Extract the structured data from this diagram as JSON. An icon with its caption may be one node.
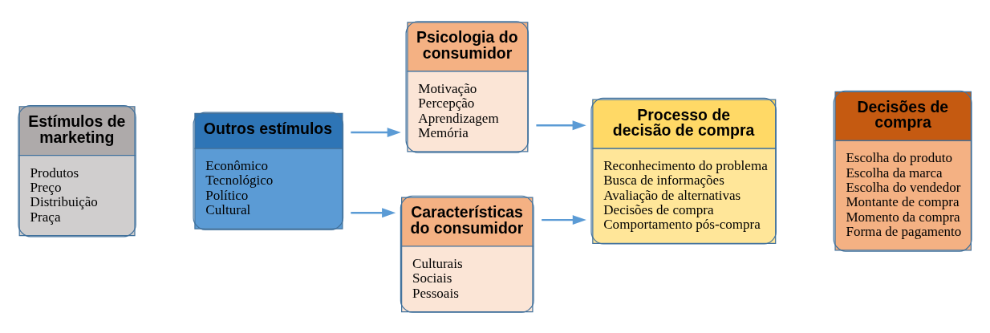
{
  "diagram": {
    "nodes": [
      {
        "text": [
          "Estímulos de marketing",
          "Produtos",
          "Preço",
          "Distribuição",
          "Praça"
        ]
      },
      {
        "text": [
          "Outros estímulos",
          "Econômico",
          "Tecnológico",
          "Político",
          "Cultural"
        ]
      },
      {
        "text": [
          "Psicologia do consumidor",
          "Motivação",
          "Percepção",
          "Aprendizagem",
          "Memória"
        ]
      },
      {
        "text": [
          "Características do consumidor",
          "Culturais",
          "Sociais",
          "Pessoais"
        ]
      },
      {
        "text": [
          "Processo de decisão de compra",
          "Reconhecimento do problema",
          "Busca de informações",
          "Avaliação de alternativas",
          "Decisões de compra",
          "Comportamento pós-compra"
        ]
      },
      {
        "text": [
          "Decisões de compra",
          "Escolha do produto",
          "Escolha da marca",
          "Escolha do vendedor",
          "Montante de compra",
          "Momento da compra",
          "Forma de pagamento"
        ]
      }
    ],
    "edges": [
      {
        "from": 1,
        "to": 2,
        "arrow": "to"
      },
      {
        "from": 1,
        "to": 3,
        "arrow": "to"
      },
      {
        "from": 2,
        "to": 4,
        "arrow": "to"
      },
      {
        "from": 3,
        "to": 4,
        "arrow": "to"
      }
    ]
  }
}
